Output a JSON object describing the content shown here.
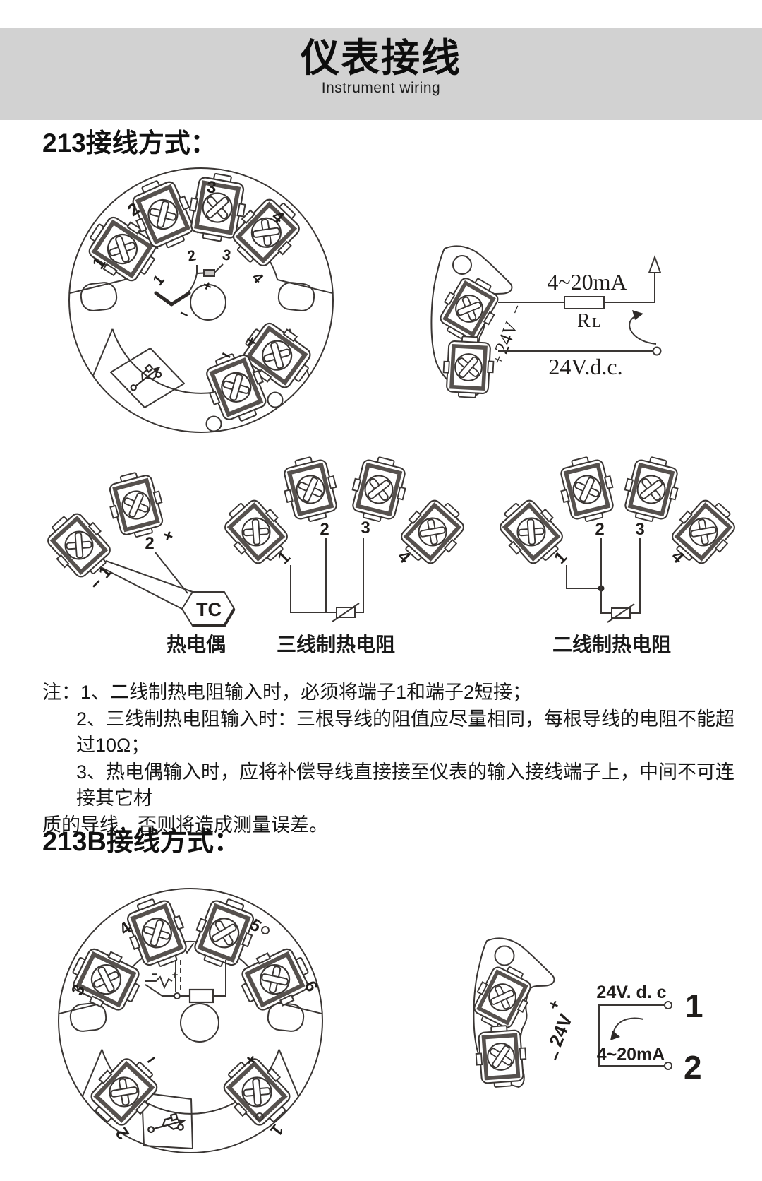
{
  "header": {
    "title": "仪表接线",
    "subtitle": "Instrument wiring",
    "band_color": "#d2d2d2"
  },
  "sections": {
    "s213_heading": "213接线方式：",
    "s213b_heading": "213B接线方式："
  },
  "marks": {
    "plus": "+",
    "minus": "−"
  },
  "head213": {
    "outer": [
      "1",
      "2",
      "3",
      "4"
    ],
    "inner": [
      "1",
      "2",
      "3",
      "4"
    ]
  },
  "circuit213": {
    "current": "4~20mA",
    "load_r": "R",
    "load_sub": "L",
    "supply": "24V.d.c.",
    "rail": "24V"
  },
  "sensors": {
    "tc": {
      "caption": "热电偶",
      "tag": "TC",
      "t1": "1",
      "t2": "2"
    },
    "rtd3": {
      "caption": "三线制热电阻",
      "t1": "1",
      "t2": "2",
      "t3": "3",
      "t4": "4"
    },
    "rtd2": {
      "caption": "二线制热电阻",
      "t1": "1",
      "t2": "2",
      "t3": "3",
      "t4": "4"
    }
  },
  "notes": {
    "l1": "注：1、二线制热电阻输入时，必须将端子1和端子2短接；",
    "l2": "2、三线制热电阻输入时：三根导线的阻值应尽量相同，每根导线的电阻不能超过10Ω；",
    "l3": "3、热电偶输入时，应将补偿导线直接接至仪表的输入接线端子上，中间不可连接其它材",
    "l4": "质的导线，否则将造成测量误差。"
  },
  "head213b": {
    "t1": "1",
    "t2": "2",
    "t3": "3",
    "t4": "4",
    "t5": "5",
    "t6": "6"
  },
  "circuit213b": {
    "supply": "24V. d. c",
    "current": "4~20mA",
    "t1": "1",
    "t2": "2",
    "rail": "24V"
  }
}
